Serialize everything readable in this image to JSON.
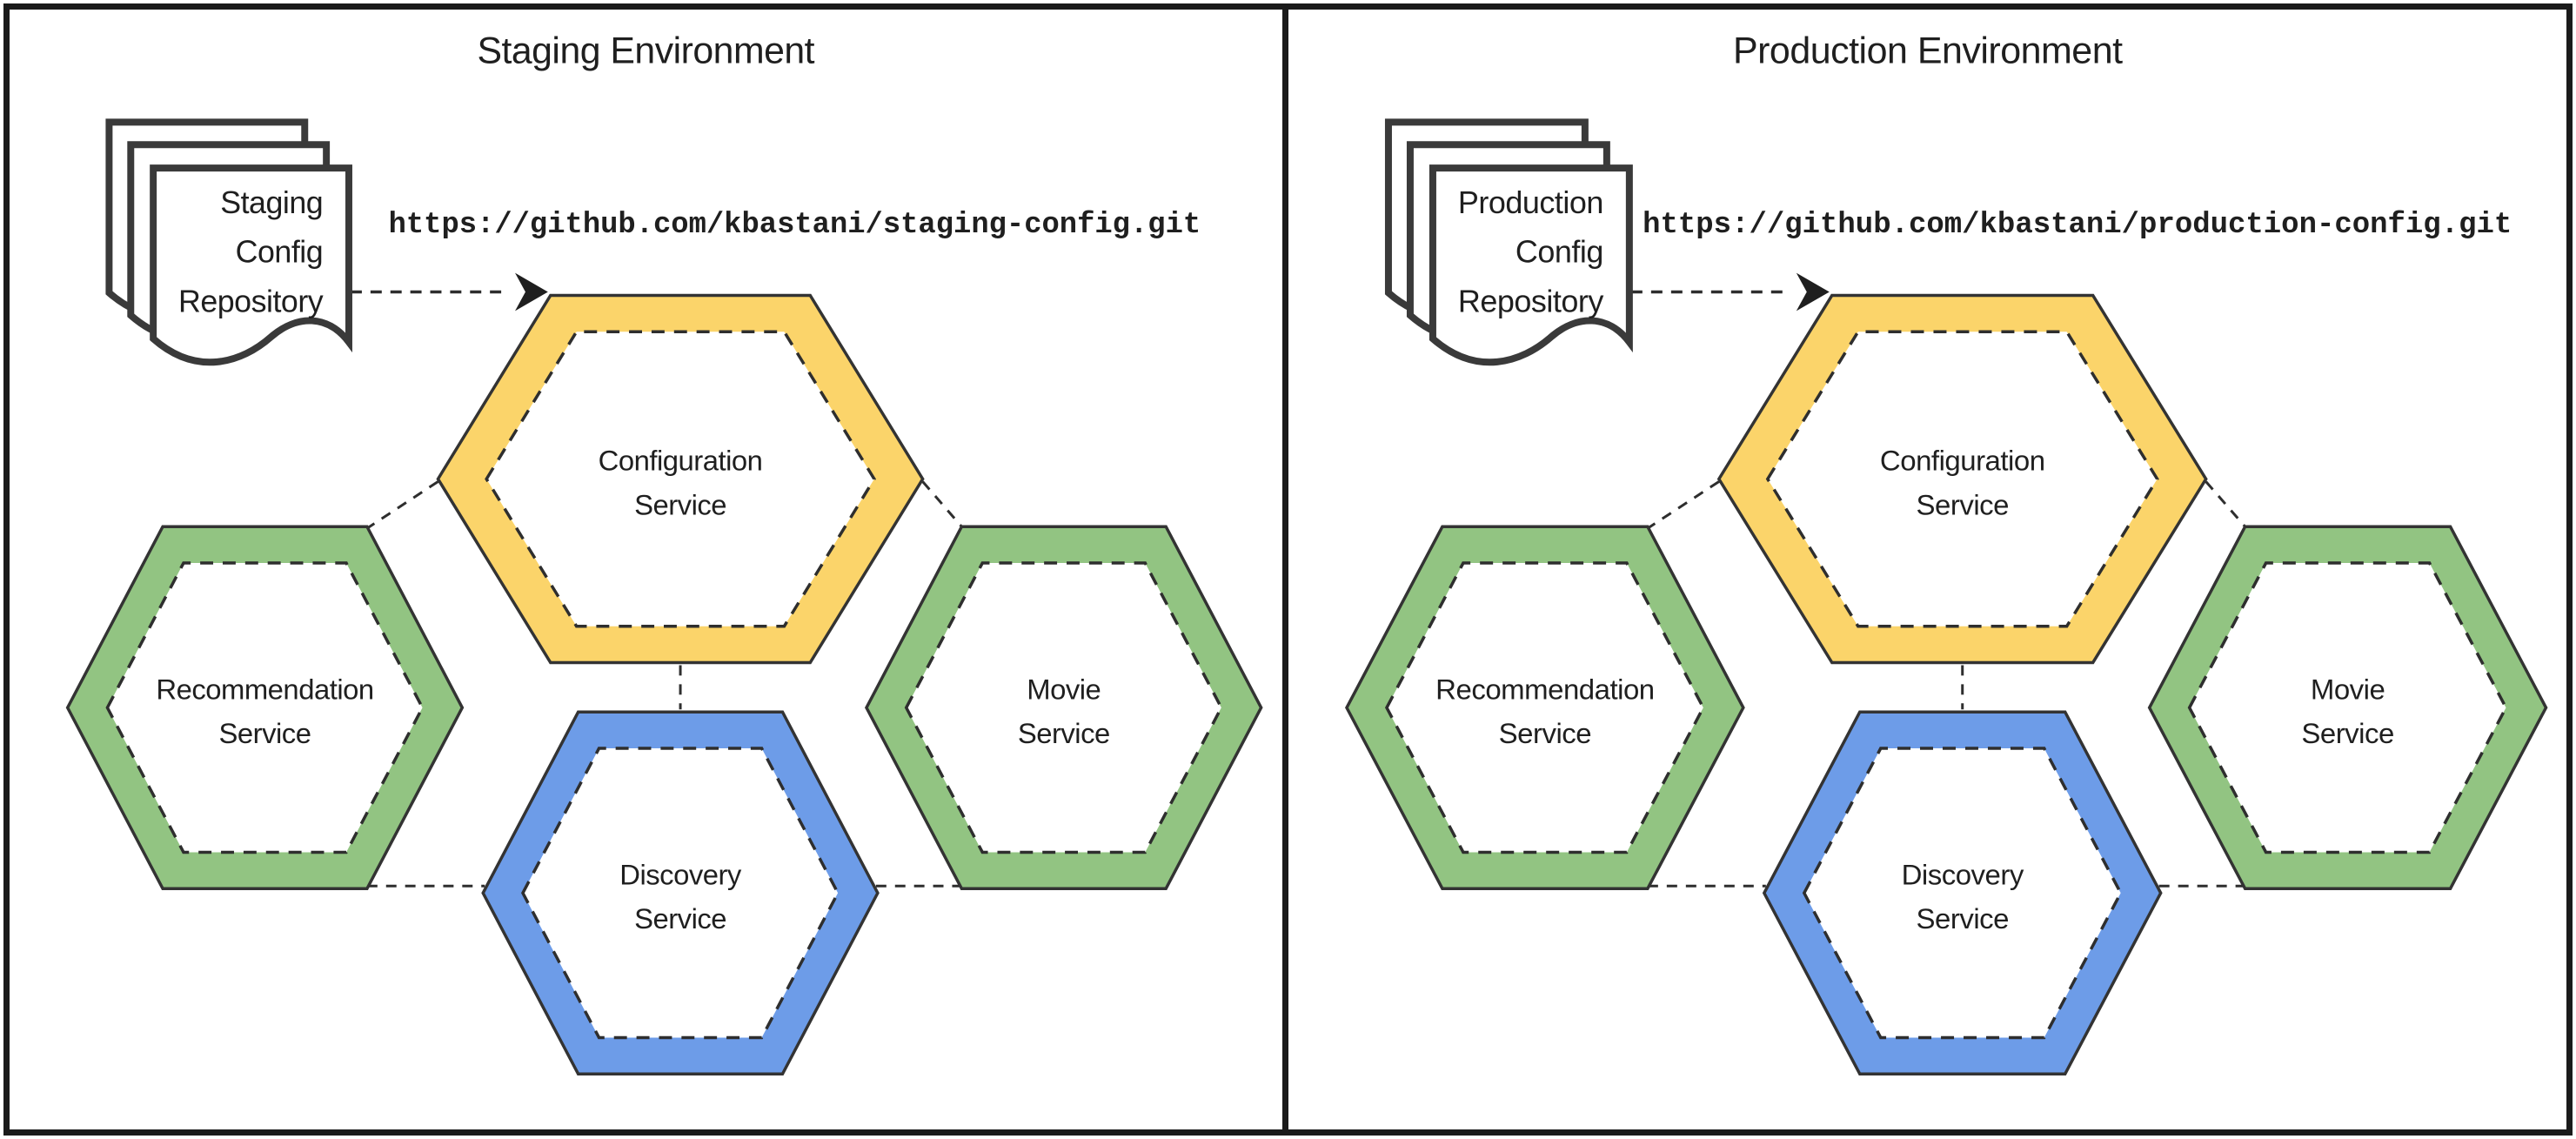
{
  "colors": {
    "yellow": "#FBD46A",
    "green": "#92C482",
    "blue": "#6D9CE8",
    "outline": "#333333",
    "text": "#1f1f1f",
    "panel_border": "#1a1a1a"
  },
  "panels": [
    {
      "title": "Staging Environment",
      "repository": {
        "line1": "Staging",
        "line2": "Config",
        "line3": "Repository"
      },
      "url": "https://github.com/kbastani/staging-config.git",
      "services": {
        "configuration": {
          "line1": "Configuration",
          "line2": "Service"
        },
        "recommendation": {
          "line1": "Recommendation",
          "line2": "Service"
        },
        "movie": {
          "line1": "Movie",
          "line2": "Service"
        },
        "discovery": {
          "line1": "Discovery",
          "line2": "Service"
        }
      }
    },
    {
      "title": "Production Environment",
      "repository": {
        "line1": "Production",
        "line2": "Config",
        "line3": "Repository"
      },
      "url": "https://github.com/kbastani/production-config.git",
      "services": {
        "configuration": {
          "line1": "Configuration",
          "line2": "Service"
        },
        "recommendation": {
          "line1": "Recommendation",
          "line2": "Service"
        },
        "movie": {
          "line1": "Movie",
          "line2": "Service"
        },
        "discovery": {
          "line1": "Discovery",
          "line2": "Service"
        }
      }
    }
  ]
}
